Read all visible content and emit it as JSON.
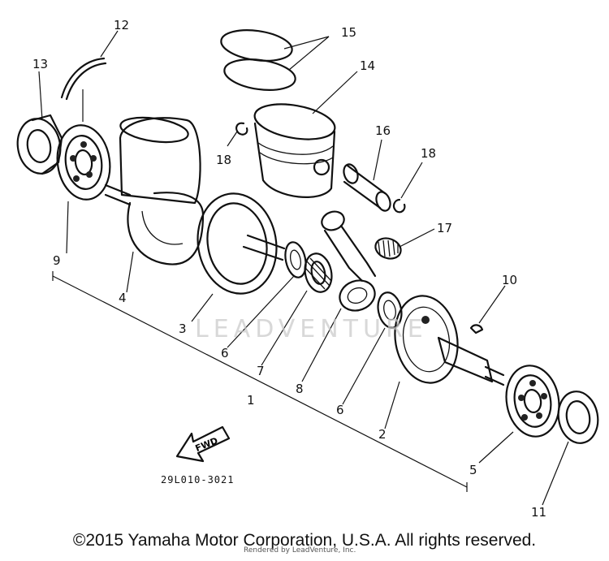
{
  "callouts": {
    "c1": "1",
    "c2": "2",
    "c3": "3",
    "c4": "4",
    "c5": "5",
    "c6a": "6",
    "c6b": "6",
    "c7": "7",
    "c8": "8",
    "c9": "9",
    "c10": "10",
    "c11": "11",
    "c12": "12",
    "c13": "13",
    "c14": "14",
    "c15": "15",
    "c16": "16",
    "c17": "17",
    "c18a": "18",
    "c18b": "18"
  },
  "fwd_label": "FWD",
  "catalog_code": "29L010-3021",
  "watermark": "LEADVENTURE",
  "copyright": "©2015 Yamaha Motor Corporation, U.S.A. All rights reserved.",
  "rendered_by": "Rendered by LeadVenture, Inc."
}
